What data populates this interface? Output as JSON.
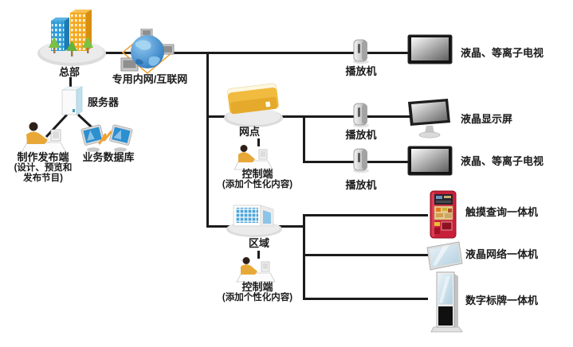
{
  "diagram": {
    "nodes": {
      "hq": {
        "label": "总部"
      },
      "network": {
        "label": "专用内网/互联网"
      },
      "server": {
        "label": "服务器"
      },
      "producer": {
        "label": "制作发布端",
        "note_line1": "(设计、预览和",
        "note_line2": "发布节目)"
      },
      "database": {
        "label": "业务数据库"
      },
      "branch": {
        "label": "网点"
      },
      "branch_control": {
        "label": "控制端",
        "note": "(添加个性化内容)"
      },
      "region": {
        "label": "区域"
      },
      "region_control": {
        "label": "控制端",
        "note": "(添加个性化内容)"
      },
      "player_top": {
        "label": "播放机"
      },
      "player_mid": {
        "label": "播放机"
      },
      "player_low": {
        "label": "播放机"
      },
      "tv_top": {
        "label": "液晶、等离子电视"
      },
      "lcd_screen": {
        "label": "液晶显示屏"
      },
      "tv_mid": {
        "label": "液晶、等离子电视"
      },
      "touch_kiosk": {
        "label": "触摸查询一体机"
      },
      "lcd_network_aio": {
        "label": "液晶网络一体机"
      },
      "digital_signage": {
        "label": "数字标牌一体机"
      }
    },
    "colors": {
      "line": "#1b1b1b",
      "background": "#ffffff",
      "building_blue": "#2f9ad6",
      "building_orange": "#f3a81d",
      "folder_yellow": "#f0bb3e",
      "globe_blue": "#2e7fd1",
      "kiosk_red": "#c9203a",
      "person_orange": "#e8a838",
      "screen_blue": "#2b8fd0",
      "tree_green": "#7cc144"
    }
  }
}
